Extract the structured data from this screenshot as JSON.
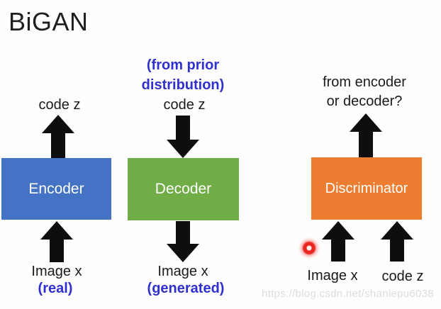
{
  "title": "BiGAN",
  "watermark": "https://blog.csdn.net/shanlepu6038",
  "colors": {
    "encoder_box": "#4472C4",
    "decoder_box": "#70AD47",
    "discriminator_box": "#ED7D31",
    "box_label_text": "#FFFFFF",
    "annotation_blue": "#3030D0",
    "label_black": "#1A1A1A",
    "arrow_black": "#0E0E0E",
    "watermark_gray": "#DCDCDC",
    "laser_red": "#E8281E"
  },
  "encoder": {
    "output_label": "code z",
    "box_label": "Encoder",
    "input_label": "Image x",
    "input_note": "(real)"
  },
  "decoder": {
    "prior_note_line1": "(from prior",
    "prior_note_line2": "distribution)",
    "input_label": "code z",
    "box_label": "Decoder",
    "output_label": "Image x",
    "output_note": "(generated)"
  },
  "discriminator": {
    "question_line1": "from encoder",
    "question_line2": "or decoder?",
    "box_label": "Discriminator",
    "input_image_label": "Image x",
    "input_code_label": "code z"
  }
}
